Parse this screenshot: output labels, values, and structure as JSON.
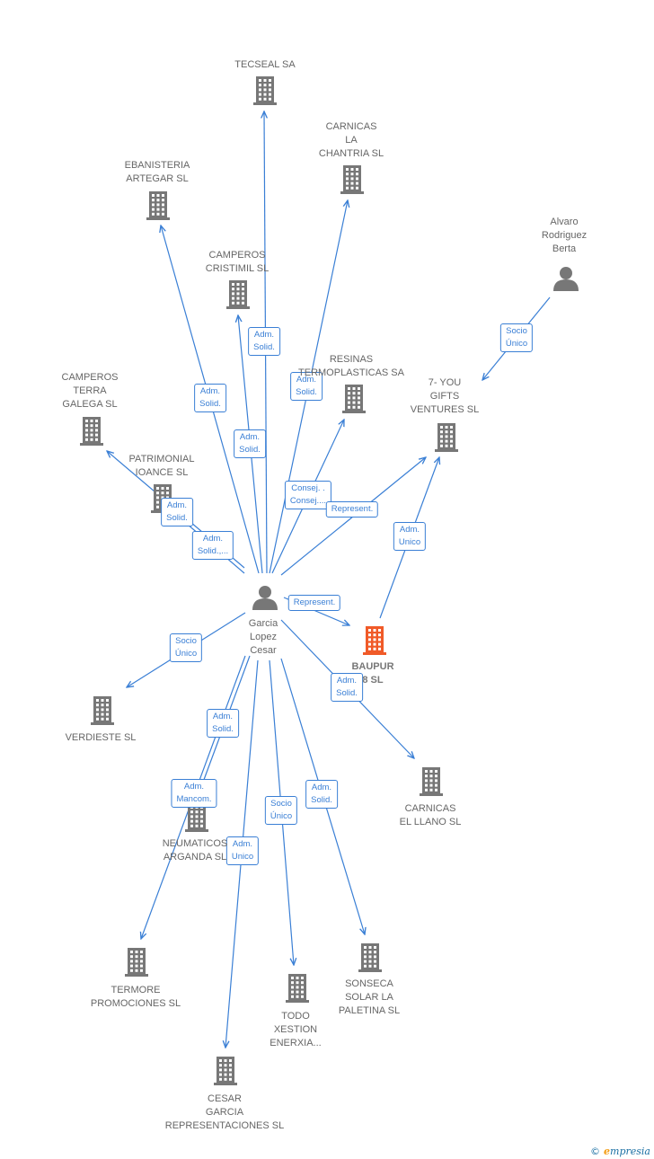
{
  "colors": {
    "edge": "#3a7fd5",
    "building": "#777777",
    "building_highlight": "#f05a28",
    "person": "#777777"
  },
  "nodes": [
    {
      "id": "center",
      "type": "person",
      "label": "Garcia\nLopez\nCesar"
    },
    {
      "id": "tecseal",
      "type": "company",
      "label": "TECSEAL SA"
    },
    {
      "id": "carnicas_chantria",
      "type": "company",
      "label": "CARNICAS\nLA\nCHANTRIA  SL"
    },
    {
      "id": "ebanisteria",
      "type": "company",
      "label": "EBANISTERIA\nARTEGAR  SL"
    },
    {
      "id": "camperos_cristimil",
      "type": "company",
      "label": "CAMPEROS\nCRISTIMIL  SL"
    },
    {
      "id": "alvaro",
      "type": "person",
      "label": "Alvaro\nRodriguez\nBerta"
    },
    {
      "id": "resinas",
      "type": "company",
      "label": "RESINAS\nTERMOPLASTICAS SA"
    },
    {
      "id": "camperos_terra",
      "type": "company",
      "label": "CAMPEROS\nTERRA\nGALEGA  SL"
    },
    {
      "id": "you_gifts",
      "type": "company",
      "label": "7- YOU\nGIFTS\nVENTURES  SL"
    },
    {
      "id": "patrimonial",
      "type": "company",
      "label": "PATRIMONIAL\nIOANCE  SL"
    },
    {
      "id": "baupur",
      "type": "company",
      "highlight": true,
      "label": "BAUPUR\n8  SL"
    },
    {
      "id": "verdieste",
      "type": "company",
      "label": "VERDIESTE SL"
    },
    {
      "id": "carnicas_llano",
      "type": "company",
      "label": "CARNICAS\nEL LLANO  SL"
    },
    {
      "id": "neumaticos",
      "type": "company",
      "label": "NEUMATICOS\nARGANDA  SL"
    },
    {
      "id": "termore",
      "type": "company",
      "label": "TERMORE\nPROMOCIONES SL"
    },
    {
      "id": "sonseca",
      "type": "company",
      "label": "SONSECA\nSOLAR LA\nPALETINA SL"
    },
    {
      "id": "todo",
      "type": "company",
      "label": "TODO\nXESTION\nENERXIA..."
    },
    {
      "id": "cesar_garcia",
      "type": "company",
      "label": "CESAR\nGARCIA\nREPRESENTACIONES SL"
    }
  ],
  "edges": [
    {
      "from": "center",
      "to": "tecseal",
      "label": "Adm.\nSolid."
    },
    {
      "from": "center",
      "to": "carnicas_chantria",
      "label": "Adm.\nSolid."
    },
    {
      "from": "center",
      "to": "ebanisteria",
      "label": "Adm.\nSolid."
    },
    {
      "from": "center",
      "to": "camperos_cristimil",
      "label": "Adm.\nSolid."
    },
    {
      "from": "alvaro",
      "to": "you_gifts",
      "label": "Socio\nÚnico"
    },
    {
      "from": "center",
      "to": "resinas",
      "label": "Consej. .\nConsej...."
    },
    {
      "from": "center",
      "to": "camperos_terra",
      "label": "Adm.\nSolid.,..."
    },
    {
      "from": "center",
      "to": "you_gifts",
      "label": "Represent."
    },
    {
      "from": "center",
      "to": "patrimonial",
      "label": "Adm.\nSolid."
    },
    {
      "from": "baupur",
      "to": "you_gifts",
      "label": "Adm.\nUnico"
    },
    {
      "from": "center",
      "to": "baupur",
      "label": "Represent."
    },
    {
      "from": "center",
      "to": "verdieste",
      "label": "Socio\nÚnico"
    },
    {
      "from": "center",
      "to": "carnicas_llano",
      "label": "Adm.\nSolid."
    },
    {
      "from": "center",
      "to": "neumaticos",
      "label": "Adm.\nSolid."
    },
    {
      "from": "center",
      "to": "termore",
      "label": "Adm.\nMancom."
    },
    {
      "from": "center",
      "to": "sonseca",
      "label": "Adm.\nSolid."
    },
    {
      "from": "center",
      "to": "todo",
      "label": "Socio\nÚnico"
    },
    {
      "from": "center",
      "to": "cesar_garcia",
      "label": "Adm.\nUnico"
    }
  ],
  "brand": {
    "symbol": "©",
    "initial": "e",
    "rest": "mpresia"
  }
}
